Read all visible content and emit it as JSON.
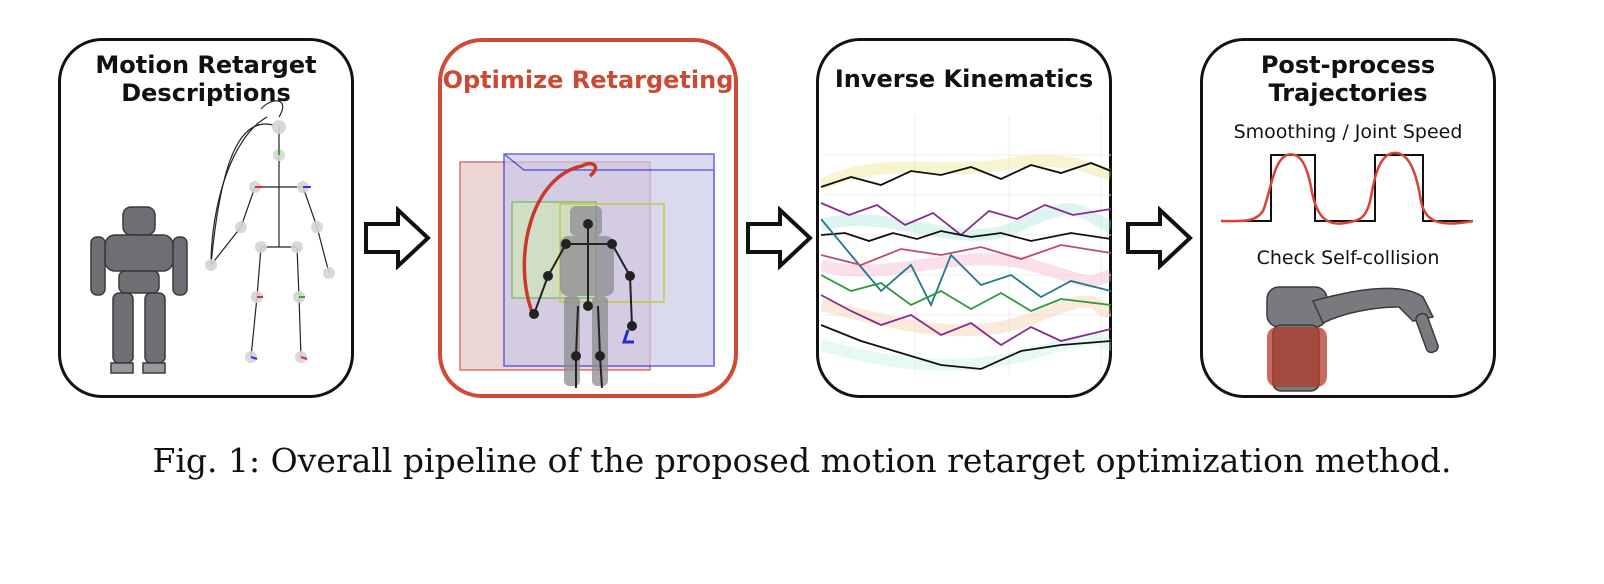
{
  "panels": [
    {
      "title_line1": "Motion Retarget",
      "title_line2": "Descriptions",
      "icon": "robot-skeleton-icon"
    },
    {
      "title": "Optimize Retargeting",
      "accent": "#cc4a33",
      "icon": "bounding-box-robot-icon"
    },
    {
      "title": "Inverse Kinematics",
      "icon": "joint-trajectory-plot-icon"
    },
    {
      "title_line1": "Post-process",
      "title_line2": "Trajectories",
      "label_smoothing": "Smoothing / Joint Speed",
      "label_collision": "Check Self-collision",
      "icon": "self-collision-robot-icon"
    }
  ],
  "arrow_icon": "right-arrow-icon",
  "caption": "Fig. 1: Overall pipeline of the proposed motion retarget optimization method.",
  "colors": {
    "outline": "#111111",
    "highlight": "#d04a35",
    "smooth_curve": "#d9432f"
  }
}
